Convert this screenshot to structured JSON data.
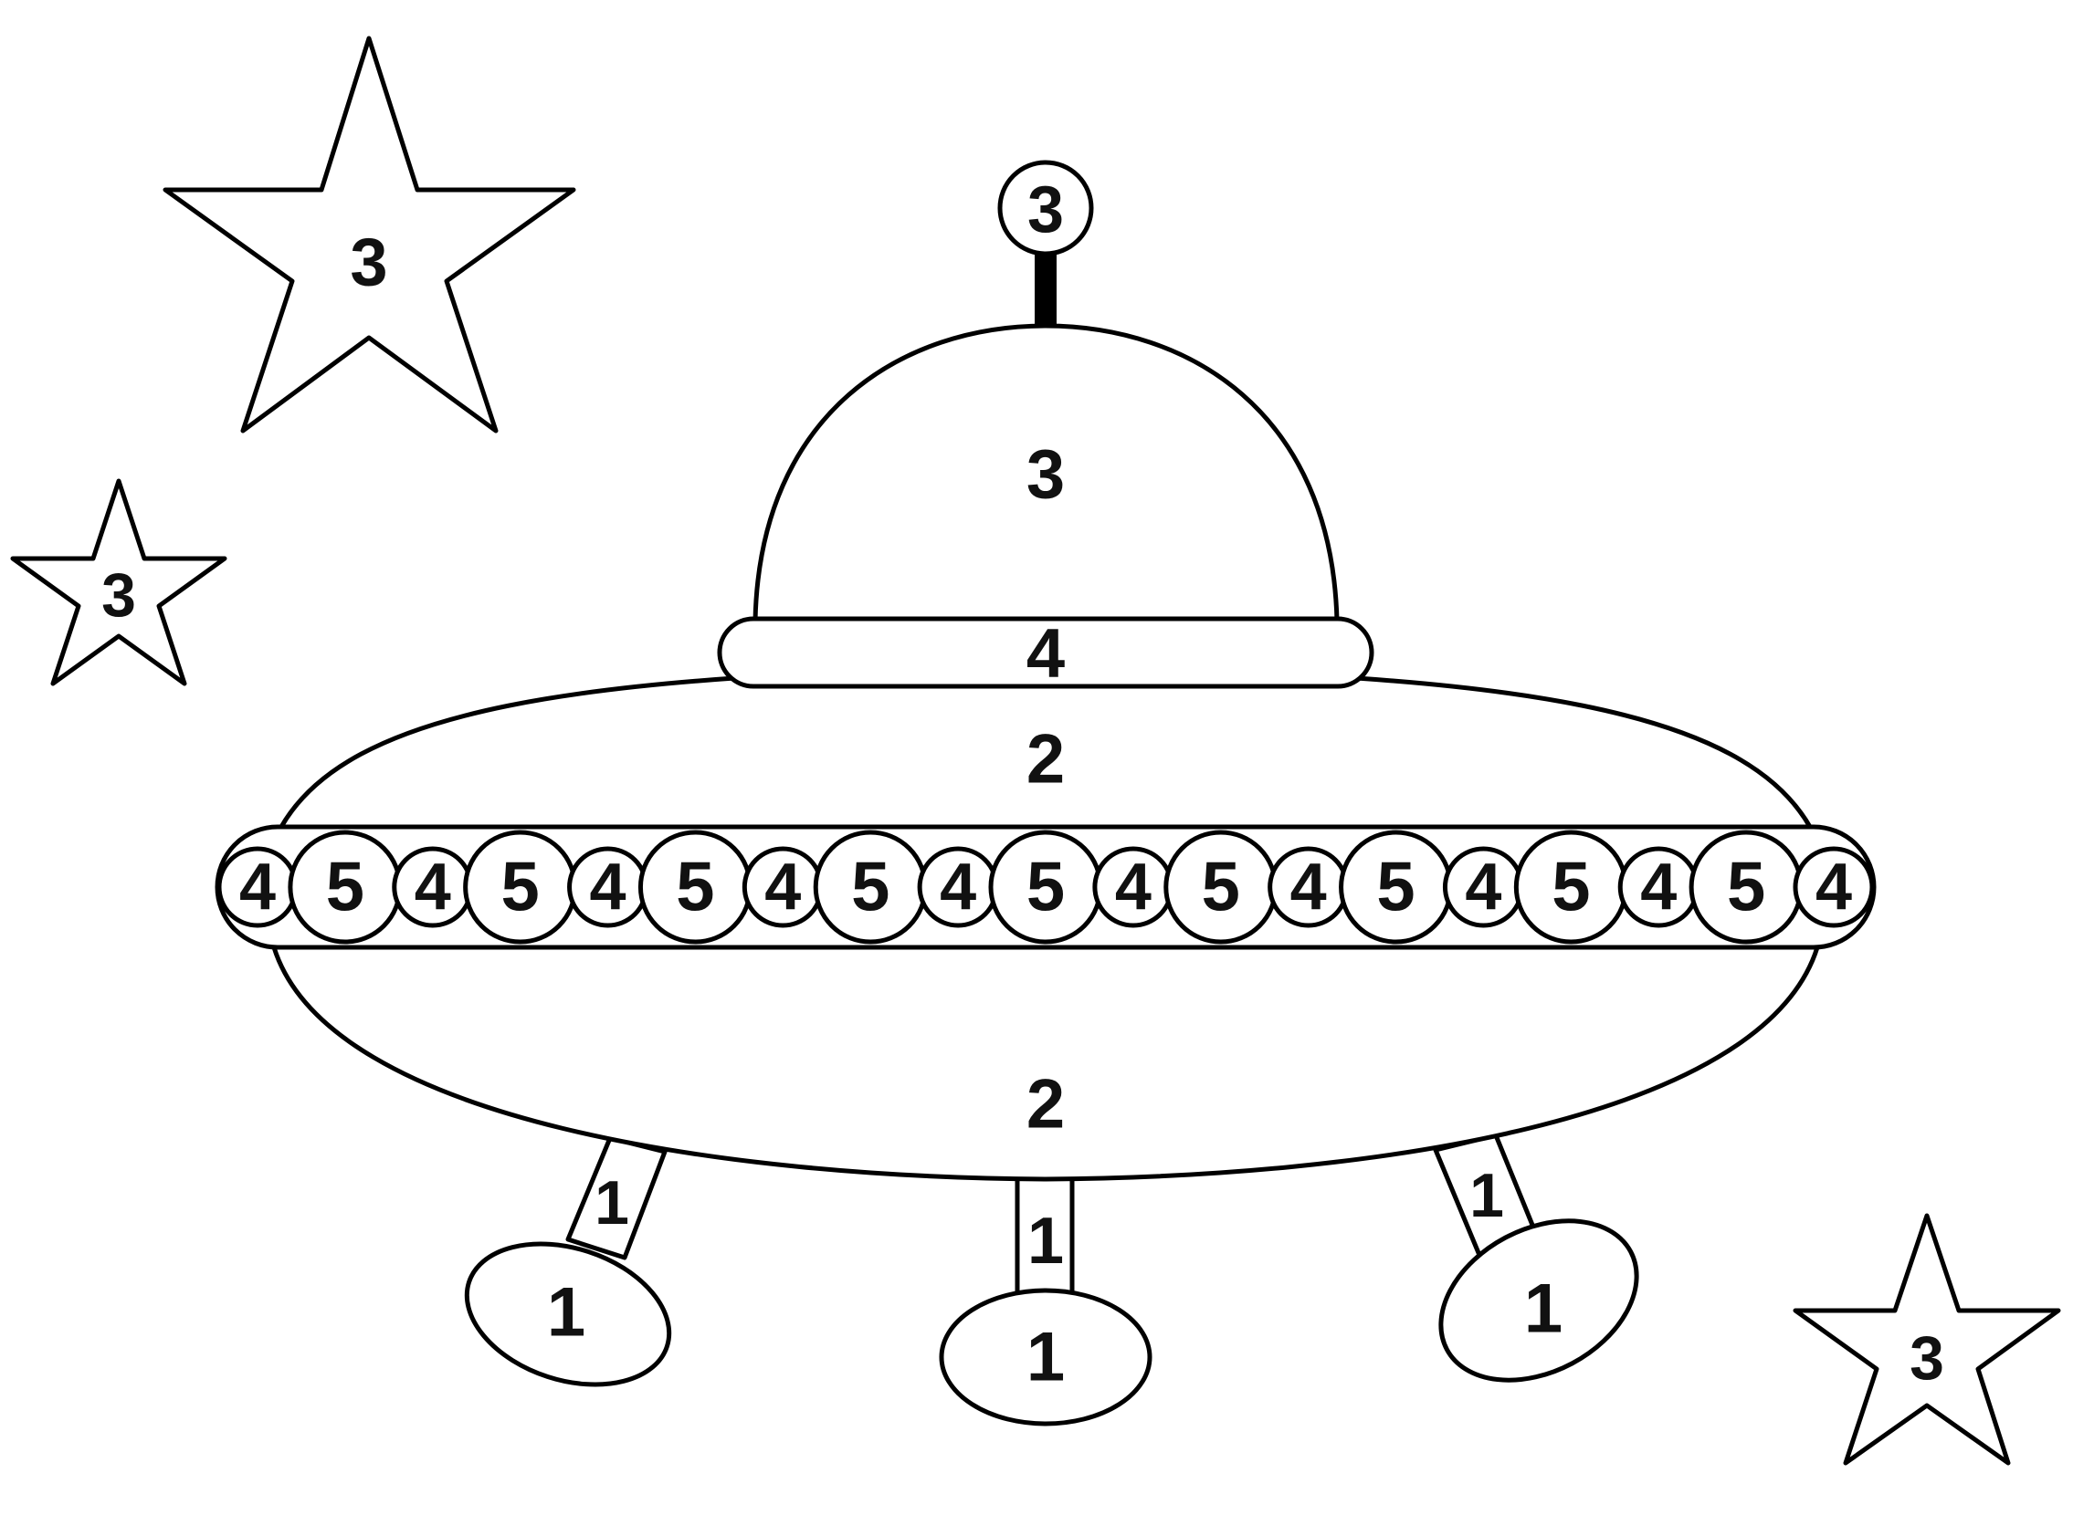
{
  "artwork": {
    "background_color": "#ffffff",
    "line_color": "#000000",
    "number_color": "#111111"
  },
  "stars": [
    {
      "label": "3"
    },
    {
      "label": "3"
    },
    {
      "label": "3"
    }
  ],
  "ufo": {
    "antenna_ball": "3",
    "dome": "3",
    "dome_rim": "4",
    "upper_hull": "2",
    "lower_hull": "2",
    "lights_band": [
      "4",
      "5",
      "4",
      "5",
      "4",
      "5",
      "4",
      "5",
      "4",
      "5",
      "4",
      "5",
      "4",
      "5",
      "4",
      "5",
      "4",
      "5",
      "4"
    ],
    "legs": [
      {
        "strut": "1",
        "foot": "1"
      },
      {
        "strut": "1",
        "foot": "1"
      },
      {
        "strut": "1",
        "foot": "1"
      }
    ]
  }
}
